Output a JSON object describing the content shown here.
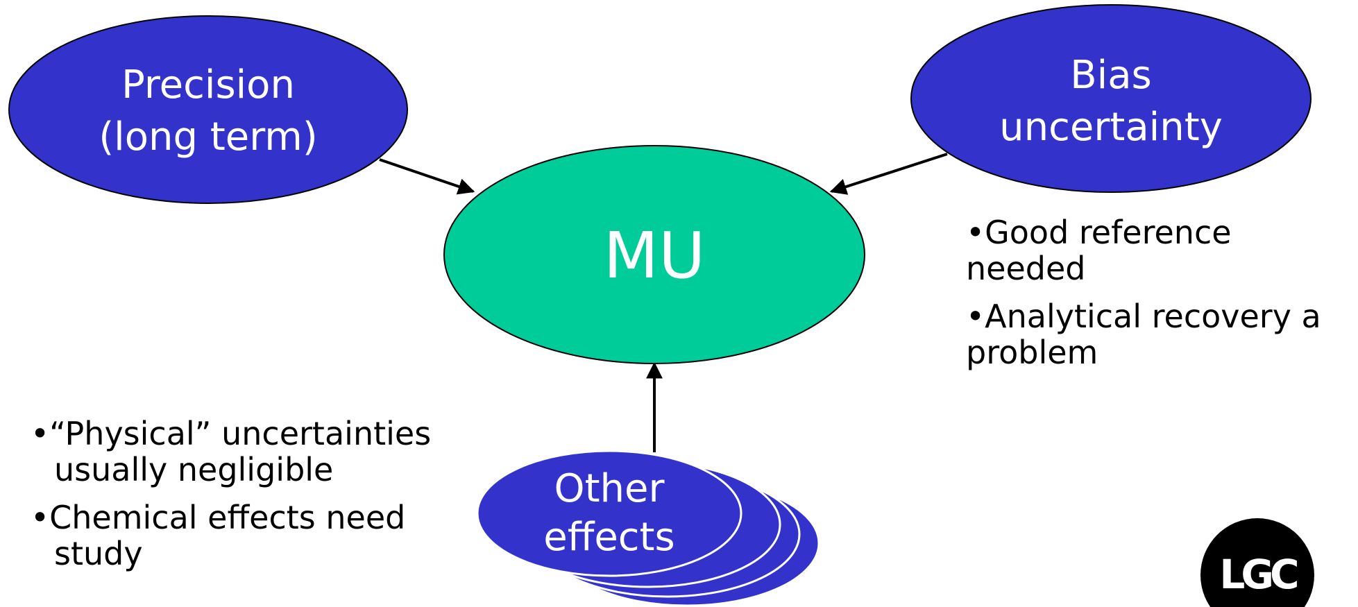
{
  "nodes": {
    "precision": {
      "line1": "Precision",
      "line2": "(long term)",
      "color": "#3333CC"
    },
    "bias": {
      "line1": "Bias",
      "line2": "uncertainty",
      "color": "#3333CC"
    },
    "mu": {
      "label": "MU",
      "color": "#00CC99"
    },
    "other": {
      "line1": "Other",
      "line2": "effects",
      "color": "#3333CC"
    }
  },
  "notes": {
    "bias": [
      "•Good reference needed",
      "•Analytical recovery a problem"
    ],
    "other": [
      "•“Physical” uncertainties usually negligible",
      "•Chemical effects need study"
    ]
  },
  "logo": {
    "text": "LGC",
    "color": "#000000"
  }
}
